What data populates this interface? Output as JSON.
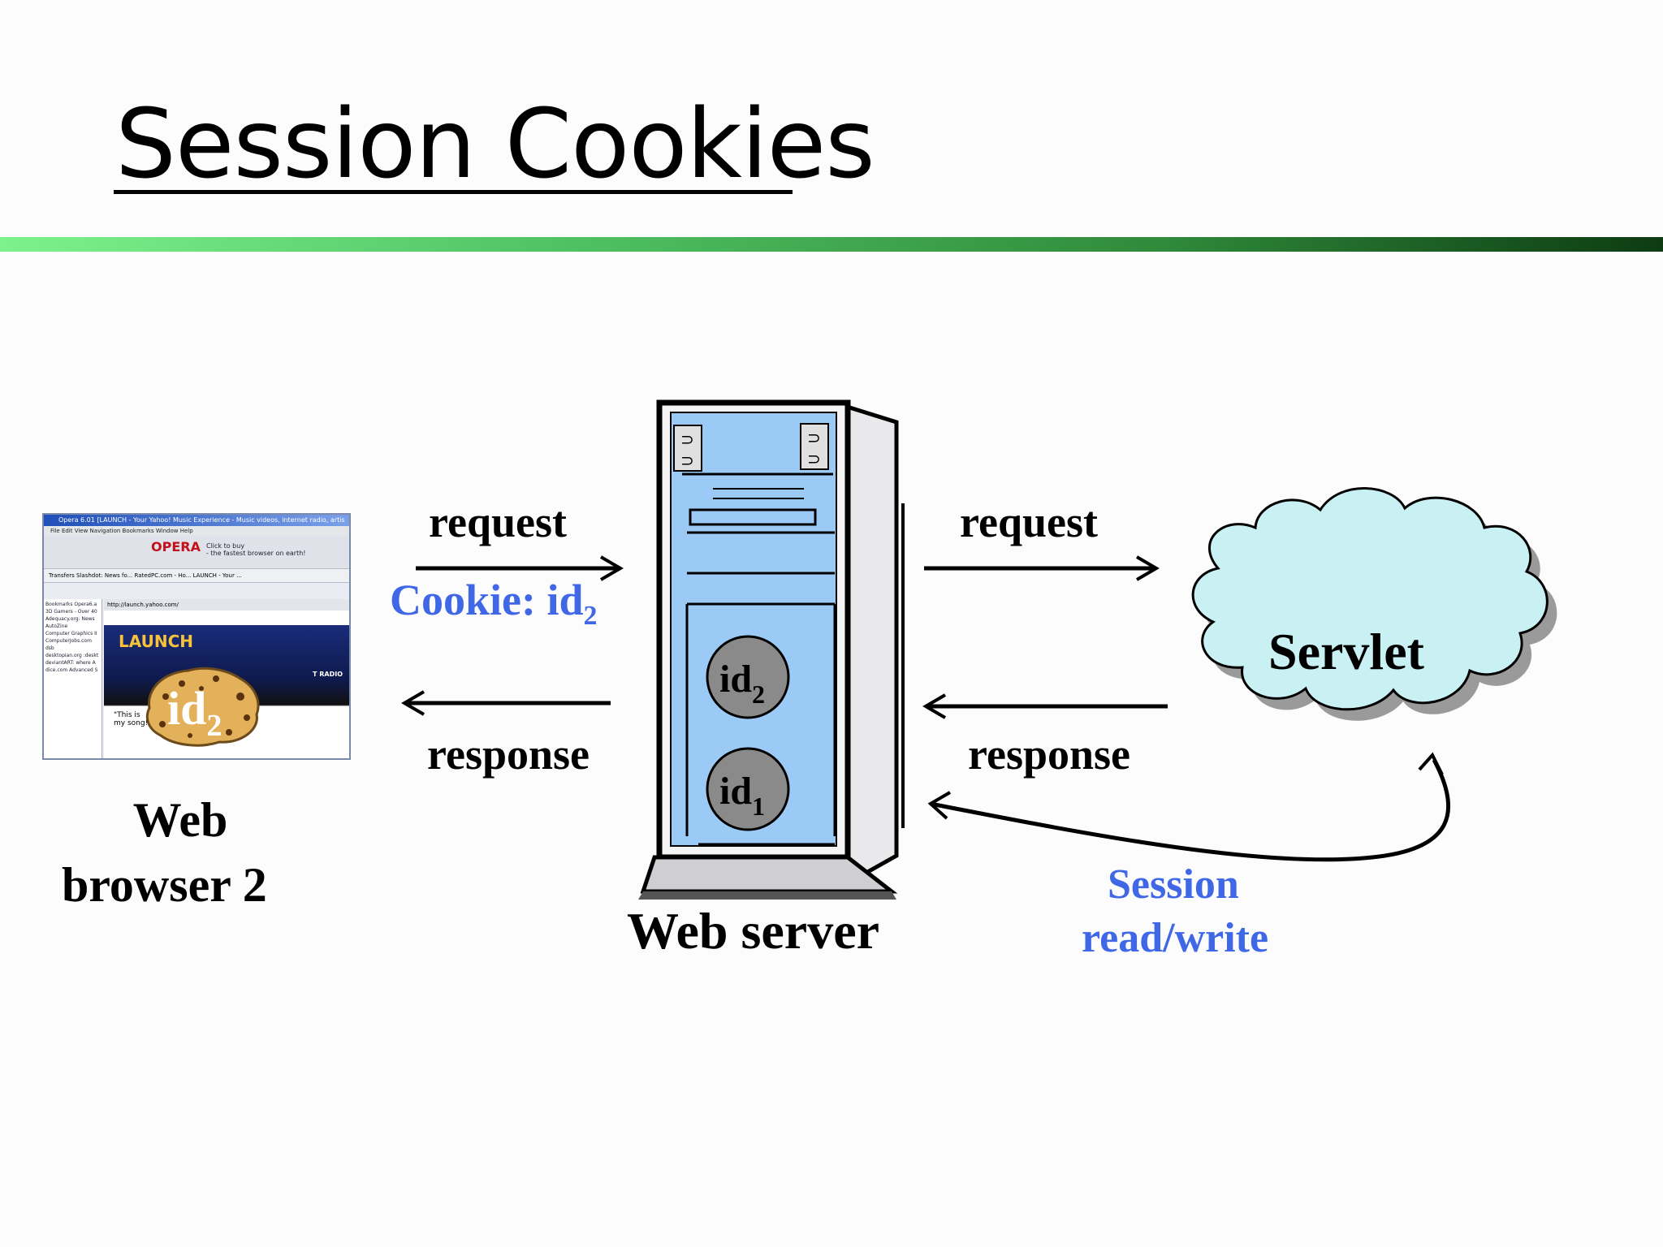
{
  "slide": {
    "title": "Session Cookies"
  },
  "browser": {
    "caption_line1": "Web",
    "caption_line2": "browser 2",
    "screenshot": {
      "title_text": "Opera 6.01 [LAUNCH - Your Yahoo! Music Experience - Music videos, internet radio, artis",
      "menu_text": "File  Edit  View  Navigation  Bookmarks  Window  Help",
      "brand": "OPERA",
      "ad_line1": "Click to buy",
      "ad_line2": "- the fastest browser on earth!",
      "tabs_text": "Transfers   Slashdot: News fo...   RatedPC.com - Ho...   LAUNCH - Your ...",
      "address": "http://launch.yahoo.com/",
      "launch_logo": "LAUNCH",
      "radio_text": "T RADIO",
      "song_line1": "\"This is",
      "song_line2": "my song!\"",
      "sidebar_items": [
        "Bookmarks Opera6.a",
        "3D Gamers - Over 40",
        "Adequacy.org: News",
        "AutoZine",
        "Computer Graphics II",
        "ComputerJobs.com",
        "dsb",
        "desktopian.org :deskt",
        "deviantART: where A",
        "dice.com Advanced S"
      ]
    },
    "cookie_base": "id",
    "cookie_sub": "2"
  },
  "left_arrows": {
    "request_label": "request",
    "cookie_label_base": "Cookie: id",
    "cookie_label_sub": "2",
    "response_label": "response"
  },
  "server": {
    "caption": "Web server",
    "session_1_base": "id",
    "session_1_sub": "2",
    "session_2_base": "id",
    "session_2_sub": "1"
  },
  "right_arrows": {
    "request_label": "request",
    "response_label": "response"
  },
  "servlet": {
    "label": "Servlet"
  },
  "session_link": {
    "line1": "Session",
    "line2": "read/write"
  },
  "colors": {
    "accent_blue": "#3f67e6",
    "server_blue": "#9ccaf6",
    "cloud_fill": "#c9f1f4",
    "disk_fill": "#8a8a8a",
    "bar_start": "#7cf28c",
    "bar_end": "#0d3b12"
  }
}
